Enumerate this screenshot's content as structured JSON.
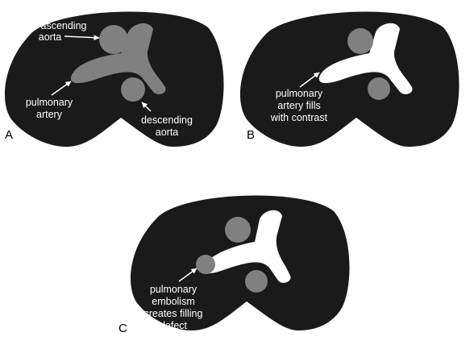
{
  "colors": {
    "background": "#ffffff",
    "thorax": "#1a1a1a",
    "vessel_gray": "#808080",
    "contrast": "#ffffff",
    "label_text": "#ffffff",
    "arrow": "#ffffff",
    "panel_letter": "#000000"
  },
  "panels": [
    {
      "letter": "A",
      "labels": [
        {
          "lines": [
            "ascending",
            "aorta"
          ]
        },
        {
          "lines": [
            "pulmonary",
            "artery"
          ]
        },
        {
          "lines": [
            "descending",
            "aorta"
          ]
        }
      ]
    },
    {
      "letter": "B",
      "labels": [
        {
          "lines": [
            "pulmonary",
            "artery fills",
            "with contrast"
          ]
        }
      ]
    },
    {
      "letter": "C",
      "labels": [
        {
          "lines": [
            "pulmonary",
            "embolism",
            "creates filling",
            "defect"
          ]
        }
      ]
    }
  ]
}
